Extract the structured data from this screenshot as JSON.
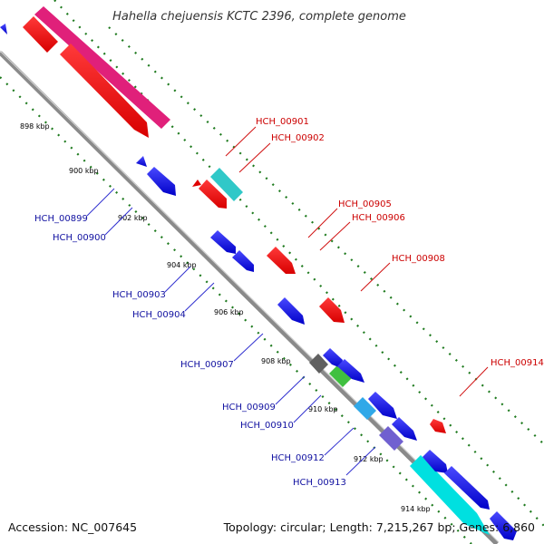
{
  "title": "Hahella chejuensis KCTC 2396, complete genome",
  "footer": {
    "accession": "Accession: NC_007645",
    "summary": "Topology: circular; Length: 7,215,267 bp; Genes: 6,860"
  },
  "colors": {
    "reverse_strand_label": "#1010a0",
    "forward_strand_label": "#cc0000",
    "backbone": "#8a8a8a",
    "dots": "#1e7a1e"
  },
  "kbp_labels": [
    "898 kbp",
    "900 kbp",
    "902 kbp",
    "904 kbp",
    "906 kbp",
    "908 kbp",
    "910 kbp",
    "912 kbp",
    "914 kbp"
  ],
  "genes_reverse_strand": [
    "HCH_00899",
    "HCH_00900",
    "HCH_00903",
    "HCH_00904",
    "HCH_00907",
    "HCH_00909",
    "HCH_00910",
    "HCH_00912",
    "HCH_00913"
  ],
  "genes_forward_strand": [
    "HCH_00901",
    "HCH_00902",
    "HCH_00905",
    "HCH_00906",
    "HCH_00908",
    "HCH_00914"
  ]
}
